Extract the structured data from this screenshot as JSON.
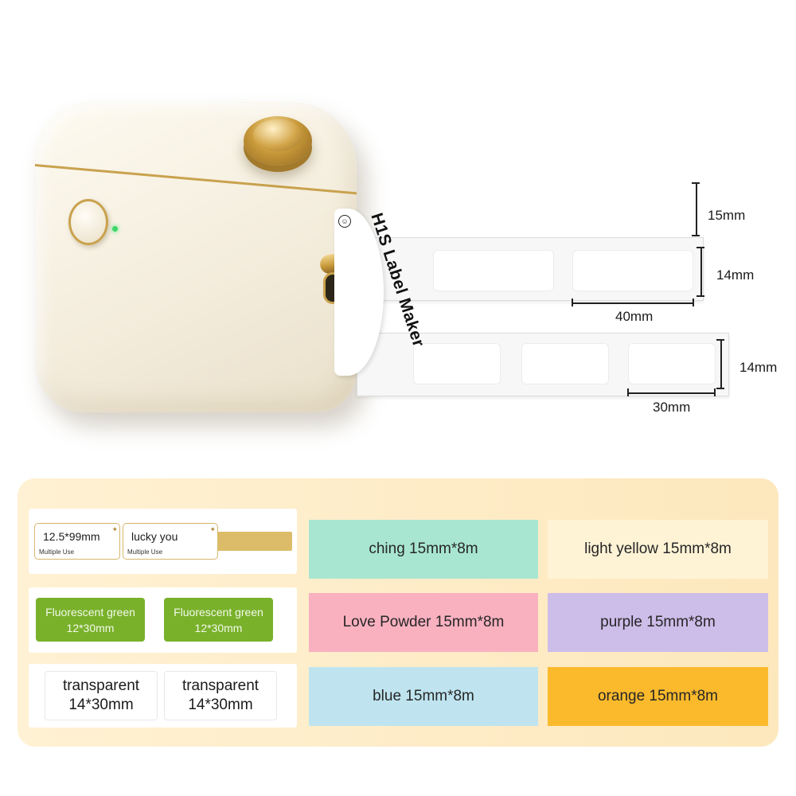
{
  "printer": {
    "strip_text": "H1S Label Maker"
  },
  "dimensions": {
    "gap": "15mm",
    "upper_height": "14mm",
    "upper_width": "40mm",
    "lower_height": "14mm",
    "lower_width": "30mm"
  },
  "left_cards": {
    "white_labels": [
      {
        "size": "12.5*99mm",
        "note": "Multiple Use"
      },
      {
        "size": "lucky you",
        "note": "Multiple Use"
      }
    ],
    "green_labels": [
      {
        "name": "Fluorescent green",
        "size": "12*30mm"
      },
      {
        "name": "Fluorescent green",
        "size": "12*30mm"
      }
    ],
    "transparent_labels": [
      {
        "name": "transparent",
        "size": "14*30mm"
      },
      {
        "name": "transparent",
        "size": "14*30mm"
      }
    ]
  },
  "swatches": [
    {
      "label": "ching 15mm*8m",
      "color": "#a8e6d2"
    },
    {
      "label": "light yellow 15mm*8m",
      "color": "#fff3d6"
    },
    {
      "label": "Love Powder 15mm*8m",
      "color": "#f9b1c0"
    },
    {
      "label": "purple 15mm*8m",
      "color": "#cdbde9"
    },
    {
      "label": "blue 15mm*8m",
      "color": "#bfe4ef"
    },
    {
      "label": "orange 15mm*8m",
      "color": "#fbba2c"
    }
  ],
  "colors": {
    "gold_accent": "#c9a24e",
    "gold_tape": "#dcbc68",
    "panel_bg": "#fdebc4",
    "green_tag": "#79b12b"
  }
}
